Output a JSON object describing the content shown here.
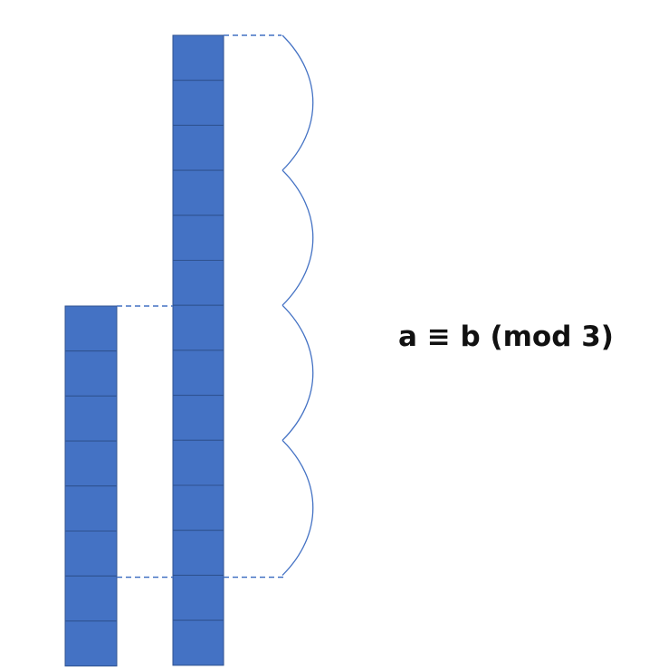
{
  "equation": {
    "text": "a ≡ b (mod 3)"
  },
  "diagram": {
    "tall_column_blocks": 14,
    "short_column_blocks": 8,
    "bracket_count": 4,
    "bracket_group_size": 3,
    "colors": {
      "block_fill": "#4472C4",
      "block_border": "#2F528F",
      "block_separator": "#1F3864",
      "connector": "#4472C4",
      "bracket": "#4472C4"
    }
  }
}
